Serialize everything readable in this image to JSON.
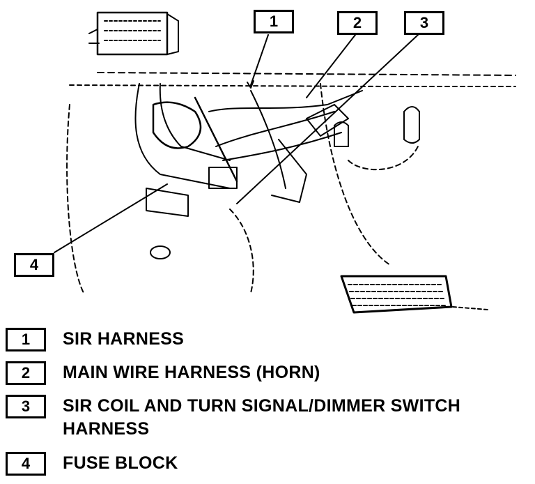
{
  "callouts": [
    {
      "number": "1",
      "label": "SIR HARNESS"
    },
    {
      "number": "2",
      "label": "MAIN WIRE HARNESS (HORN)"
    },
    {
      "number": "3",
      "label": "SIR COIL AND TURN SIGNAL/DIMMER SWITCH",
      "label_line2": "HARNESS"
    },
    {
      "number": "4",
      "label": "FUSE BLOCK"
    }
  ]
}
